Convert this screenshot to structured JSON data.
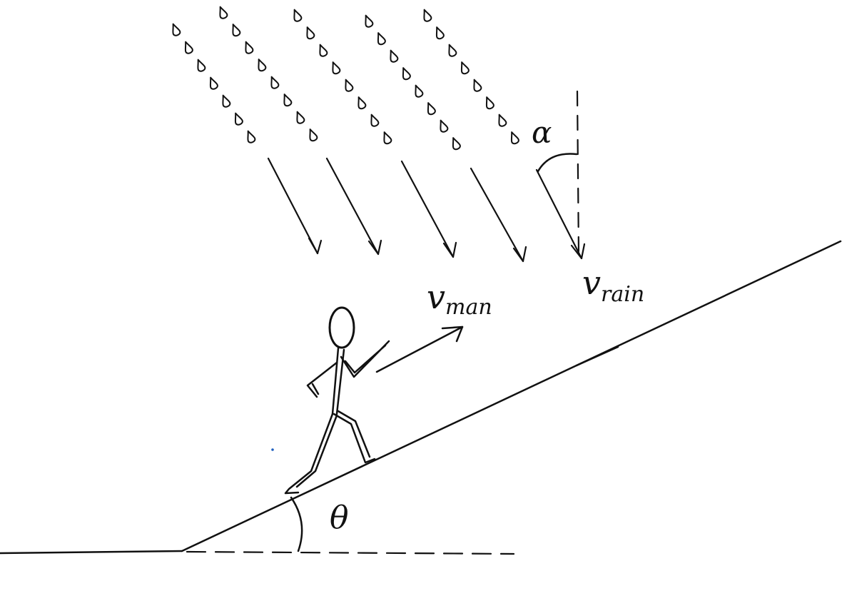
{
  "labels": {
    "v_man": "v",
    "v_man_sub": "man",
    "v_rain": "v",
    "v_rain_sub": "rain",
    "alpha": "α",
    "theta": "θ"
  },
  "colors": {
    "ink": "#111111",
    "background": "#ffffff",
    "stray_dot": "#1f5fbf"
  }
}
